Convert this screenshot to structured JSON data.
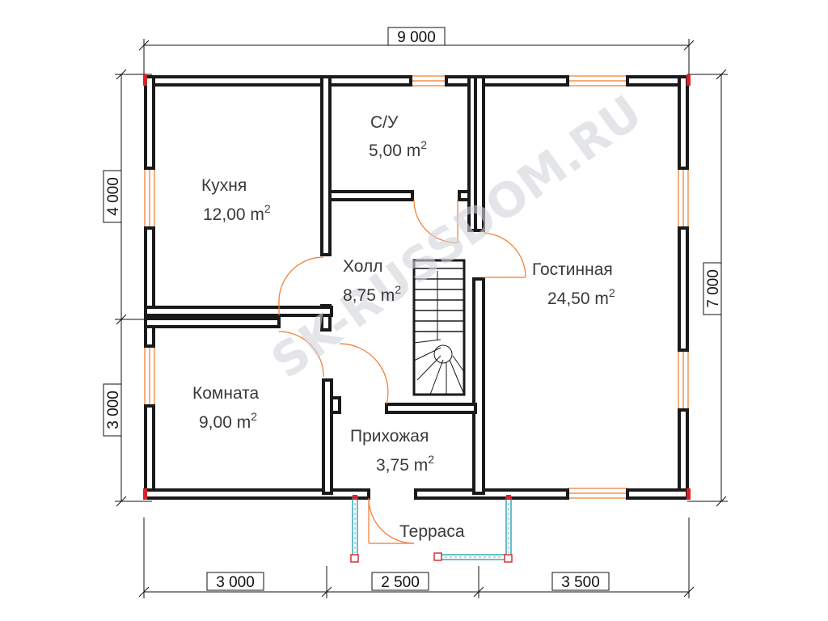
{
  "plan": {
    "dimensions": {
      "top": "9 000",
      "left_upper": "4 000",
      "left_lower": "3 000",
      "right": "7 000",
      "bottom_left": "3 000",
      "bottom_middle": "2 500",
      "bottom_right": "3 500"
    },
    "rooms": [
      {
        "name": "Кухня",
        "area": "12,00 m"
      },
      {
        "name": "С/У",
        "area": "5,00 m"
      },
      {
        "name": "Холл",
        "area": "8,75 m"
      },
      {
        "name": "Гостинная",
        "area": "24,50 m"
      },
      {
        "name": "Комната",
        "area": "9,00 m"
      },
      {
        "name": "Прихожая",
        "area": "3,75 m"
      }
    ],
    "terrace": "Терраса",
    "area_exponent": "2",
    "watermark": "SK-RUSSDOM.RU",
    "colors": {
      "wall": "#1a1a1a",
      "window": "#f07a2a",
      "door": "#f07a2a",
      "post": "#d8232a",
      "railing": "#2aa0b0"
    }
  }
}
